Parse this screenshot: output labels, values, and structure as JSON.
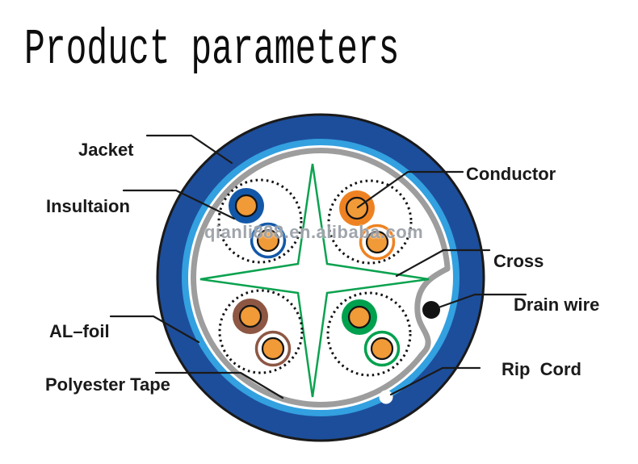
{
  "title": "Product parameters",
  "watermark": "qianli888.en.alibaba.com",
  "labels": {
    "jacket": "Jacket",
    "insulation": "Insultaion",
    "conductor": "Conductor",
    "cross": "Cross",
    "drain_wire": "Drain wire",
    "al_foil": "AL–foil",
    "polyester_tape": "Polyester Tape",
    "rip_cord": "Rip  Cord"
  },
  "colors": {
    "jacket_blue": "#1d4e9b",
    "sheath_light_blue": "#33a0e0",
    "al_foil_gray": "#9d9d9d",
    "cross_green": "#0ba24f",
    "conductor_orange": "#f09a38",
    "drain_wire_black": "#121212",
    "rip_cord_white": "#ffffff",
    "outline_black": "#1a1a1a"
  },
  "pairs": [
    {
      "name": "blue pair",
      "color": "#1358a8"
    },
    {
      "name": "orange pair",
      "color": "#ee8222"
    },
    {
      "name": "brown pair",
      "color": "#8d5744"
    },
    {
      "name": "green pair",
      "color": "#00a14e"
    }
  ]
}
